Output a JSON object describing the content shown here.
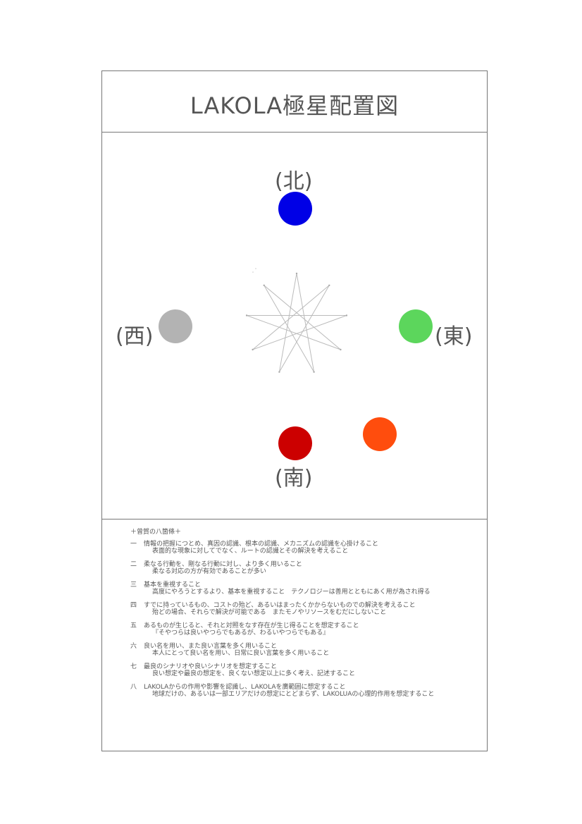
{
  "title": "LAKOLA極星配置図",
  "directions": {
    "north": "(北)",
    "west": "(西)",
    "east": "(東)",
    "south": "(南)"
  },
  "dots": {
    "north_color": "#0000e6",
    "west_color": "#b3b3b3",
    "east_color": "#5cd65c",
    "south_color": "#cc0000",
    "southeast_color": "#ff4d0d"
  },
  "rules_heading": "＋曾賀の八箇條＋",
  "rules": [
    {
      "num": "一",
      "line1": "情報の把握につとめ、真因の認識、根本の認識、メカニズムの認識を心掛けること",
      "line2": "表面的な現象に対してでなく、ルートの認識とその解決を考えること"
    },
    {
      "num": "二",
      "line1": "柔なる行動を、剛なる行動に対し、より多く用いること",
      "line2": "柔なる対応の方が有効であることが多い"
    },
    {
      "num": "三",
      "line1": "基本を重視すること",
      "line2": "高度にやろうとするより、基本を重視すること　テクノロジーは善用とともにあく用が為され得る"
    },
    {
      "num": "四",
      "line1": "すでに持っているもの、コストの殆ど、あるいはまったくかからないものでの解決を考えること",
      "line2": "殆どの場合、それらで解決が可能である　またモノやリソースをむだにしないこと"
    },
    {
      "num": "五",
      "line1": "あるものが生じると、それと対照をなす存在が生じ得ることを想定すること",
      "line2": "『そやつらは良いやつらでもあるが、わるいやつらでもある』"
    },
    {
      "num": "六",
      "line1": "良い名を用い、また良い言葉を多く用いること",
      "line2": "本人にとって良い名を用い、日常に良い言葉を多く用いること"
    },
    {
      "num": "七",
      "line1": "最良のシナリオや良いシナリオを想定すること",
      "line2": "良い想定や最良の想定を、良くない想定以上に多く考え、記述すること"
    },
    {
      "num": "八",
      "line1": "LAKOLAからの作用や影響を認識し、LAKOLAを廣範囲に想定すること",
      "line2": "地球だけの、あるいは一部エリアだけの想定にとどまらず、LAKOLUAの心理的作用を想定すること"
    }
  ]
}
